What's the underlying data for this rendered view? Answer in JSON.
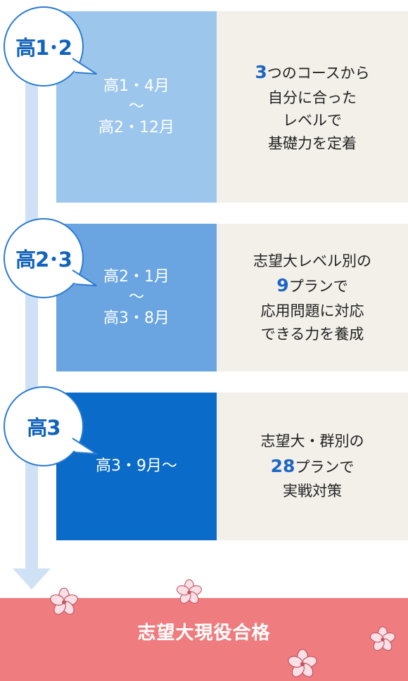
{
  "stages": [
    {
      "badge": "高1･2",
      "period_start": "高1・4月",
      "period_sep": "〜",
      "period_end": "高2・12月",
      "number": "3",
      "lines": [
        "つのコースから",
        "自分に合った",
        "レベルで",
        "基礎力を定着"
      ]
    },
    {
      "badge": "高2･3",
      "period_start": "高2・1月",
      "period_sep": "〜",
      "period_end": "高3・8月",
      "number": "9",
      "lines": [
        "志望大レベル別の",
        "プランで",
        "応用問題に対応",
        "できる力を養成"
      ]
    },
    {
      "badge": "高3",
      "period": "高3・9月〜",
      "number": "28",
      "lines": [
        "志望大・群別の",
        "プランで",
        "実戦対策"
      ]
    }
  ],
  "goal": "志望大現役合格",
  "colors": {
    "stage1": "#9dc6ec",
    "stage2": "#6aa5e1",
    "stage3": "#0b6bc8",
    "accent": "#1b66c4",
    "banner": "#ef7d7f",
    "desc_bg": "#f3f0ea"
  }
}
